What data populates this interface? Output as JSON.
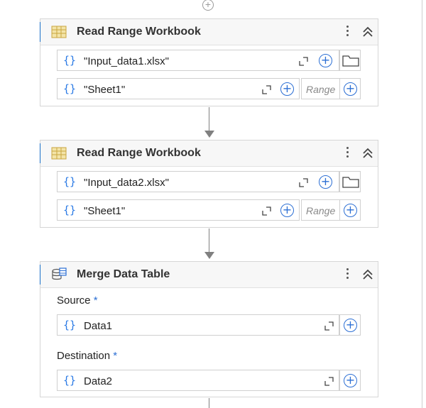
{
  "activities": [
    {
      "title": "Read Range Workbook",
      "workbook_path": "\"Input_data1.xlsx\"",
      "sheet_name": "\"Sheet1\"",
      "range_placeholder": "Range"
    },
    {
      "title": "Read Range Workbook",
      "workbook_path": "\"Input_data2.xlsx\"",
      "sheet_name": "\"Sheet1\"",
      "range_placeholder": "Range"
    },
    {
      "title": "Merge Data Table",
      "source_label": "Source",
      "source_value": "Data1",
      "destination_label": "Destination",
      "destination_value": "Data2",
      "required_marker": "*"
    }
  ],
  "common": {
    "braces": "{}",
    "plus": "+"
  },
  "colors": {
    "accent": "#1a6fc9",
    "icon_blue": "#2c6fd4",
    "connector": "#808080"
  },
  "icons": [
    "excel-workbook-icon",
    "merge-datatable-icon",
    "more-options-icon",
    "collapse-icon",
    "expand-editor-icon",
    "add-variable-icon",
    "folder-icon"
  ]
}
